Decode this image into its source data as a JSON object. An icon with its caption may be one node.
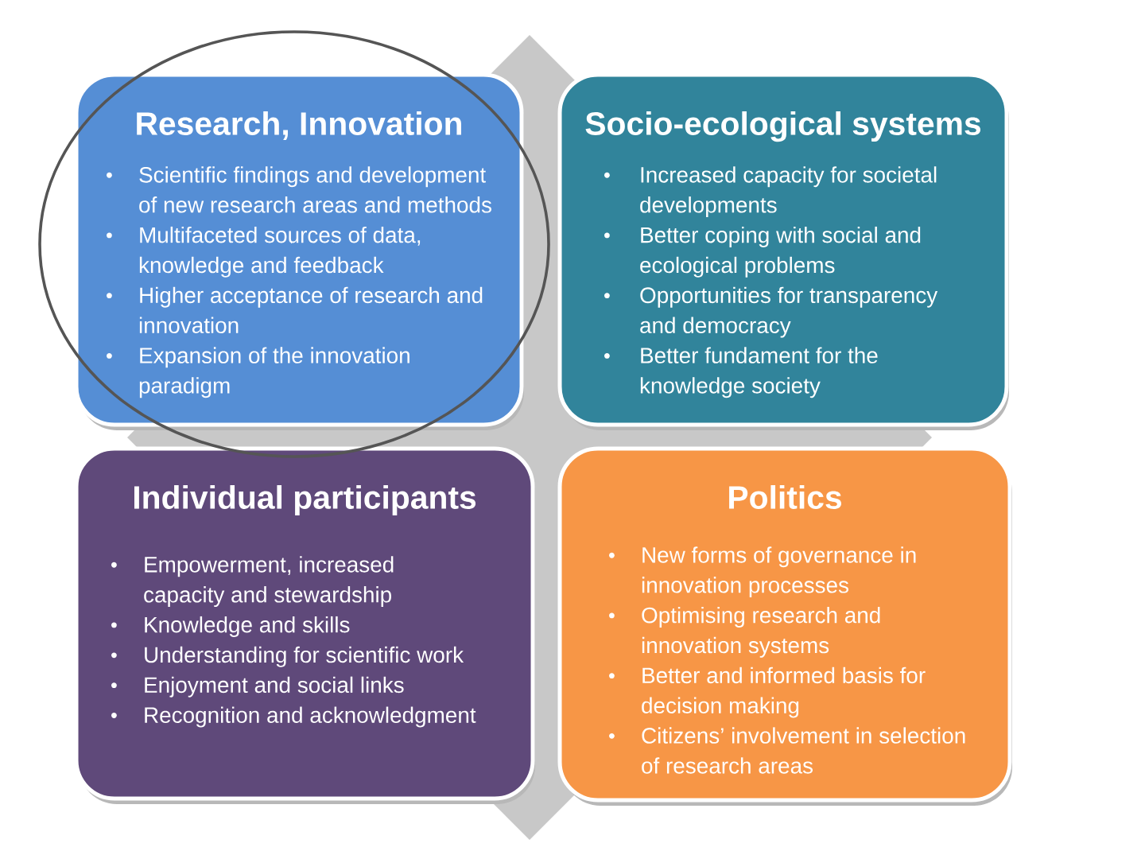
{
  "diagram": {
    "nodes": [
      {
        "text": [
          "Research, Innovation",
          "Scientific findings and development of new research areas and methods",
          "Multifaceted sources of data, knowledge and feedback",
          "Higher acceptance of research and innovation",
          "Expansion of the innovation paradigm"
        ]
      },
      {
        "text": [
          "Socio-ecological systems",
          "Increased capacity for societal developments",
          "Better coping with social and ecological problems",
          "Opportunities for transparency and democracy",
          "Better fundament for the knowledge society"
        ]
      },
      {
        "text": [
          "Individual participants",
          "Empowerment, increased capacity and stewardship",
          "Knowledge and skills",
          "Understanding for scientific work",
          "Enjoyment and social links",
          "Recognition and acknowledgment"
        ]
      },
      {
        "text": [
          "Politics",
          "New forms of governance in innovation processes",
          "Optimising research and innovation systems",
          "Better and informed basis for decision making",
          "Citizens’ involvement in selection of research areas"
        ]
      }
    ]
  }
}
